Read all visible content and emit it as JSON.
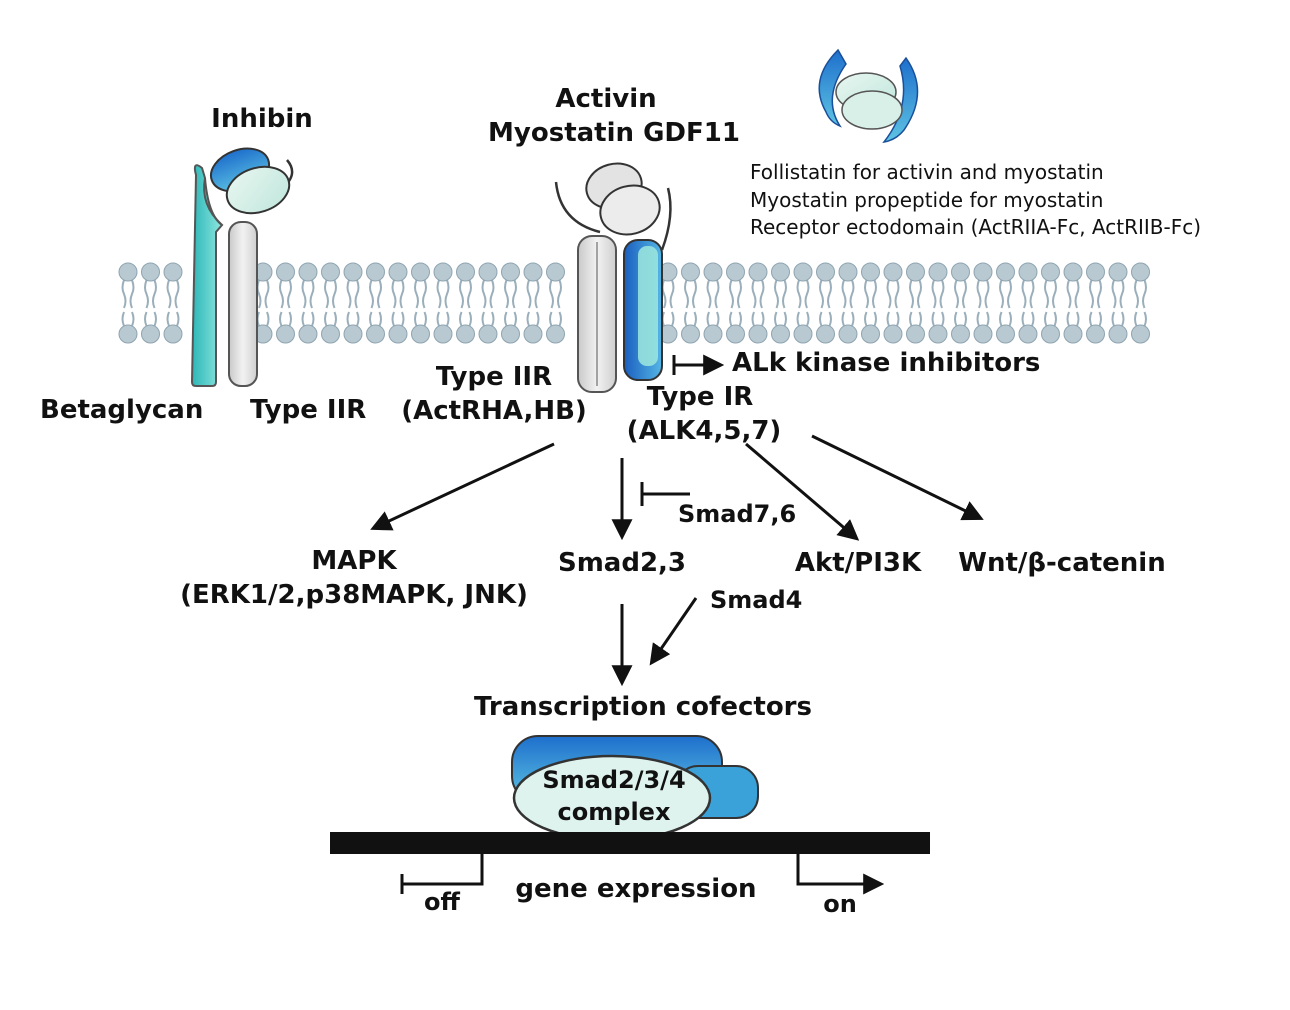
{
  "ligands": {
    "inhibin": "Inhibin",
    "activin_line1": "Activin",
    "activin_line2": "Myostatin GDF11"
  },
  "antagonists": {
    "line1": "Follistatin for activin and myostatin",
    "line2": "Myostatin propeptide for myostatin",
    "line3": "Receptor ectodomain (ActRIIA-Fc, ActRIIB-Fc)"
  },
  "receptors": {
    "betaglycan": "Betaglycan",
    "type_iir_left": "Type IIR",
    "type_iir_line1": "Type IIR",
    "type_iir_line2": "(ActRHA,HB)",
    "type_ir_line1": "Type IR",
    "type_ir_line2": "(ALK4,5,7)",
    "alk_inhibitors": "ALk kinase inhibitors"
  },
  "pathways": {
    "mapk_line1": "MAPK",
    "mapk_line2": "(ERK1/2,p38MAPK, JNK)",
    "smad23": "Smad2,3",
    "smad76": "Smad7,6",
    "akt": "Akt/PI3K",
    "wnt": "Wnt/β-catenin",
    "smad4": "Smad4"
  },
  "nucleus": {
    "cofactors": "Transcription cofectors",
    "complex_line1": "Smad2/3/4",
    "complex_line2": "complex",
    "off": "off",
    "gene_expression": "gene expression",
    "on": "on"
  },
  "colors": {
    "teal": "#3ec8c8",
    "blue": "#1e6fcc",
    "grey_receptor": "#d6d6d6",
    "membrane_head": "#b8c9d2",
    "dna": "#111111"
  }
}
